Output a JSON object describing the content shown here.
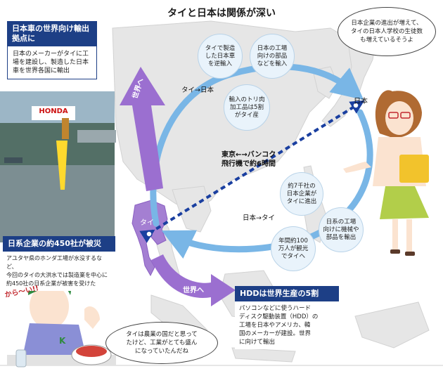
{
  "title": "タイと日本は関係が深い",
  "labels": {
    "japan": "日本",
    "thai": "タイ",
    "thai_to_japan": "タイ→日本",
    "japan_to_thai": "日本→タイ",
    "flight_line1": "東京←→バンコク",
    "flight_line2": "飛行機で約6時間",
    "world_top": "世界へ",
    "world_bottom": "世界へ",
    "honda_sign": "HONDA"
  },
  "left_box": {
    "heading_line1": "日本車の世界向け輸出",
    "heading_line2": "拠点に",
    "body_line1": "日本のメーカーがタイに工",
    "body_line2": "場を建設し、製造した日本",
    "body_line3": "車を世界各国に輸出"
  },
  "flood_box": {
    "heading": "日系企業の約450社が被災",
    "body_line1": "アユタヤ県のホンダ工場が水没するなど、",
    "body_line2": "今回のタイの大洪水では製造業を中心に",
    "body_line3": "約450社の日系企業が被害を受けた"
  },
  "hdd_box": {
    "heading": "HDDは世界生産の5割",
    "body_line1": "パソコンなどに使うハード",
    "body_line2": "ディスク駆動装置（HDD）の",
    "body_line3": "工場を日本やアメリカ、韓",
    "body_line4": "国のメーカーが建設。世界",
    "body_line5": "に向けて輸出"
  },
  "circles": {
    "c1": [
      "タイで製造",
      "した日本車",
      "を逆輸入"
    ],
    "c2": [
      "日本の工場",
      "向けの部品",
      "などを輸入"
    ],
    "c3": [
      "輸入のトリ肉",
      "加工品は5割",
      "がタイ産"
    ],
    "c4": [
      "約7千社の",
      "日本企業が",
      "タイに進出"
    ],
    "c5": [
      "日系の工場",
      "向けに機械や",
      "部品を輸出"
    ],
    "c6": [
      "年間約100",
      "万人が観光",
      "でタイへ"
    ]
  },
  "speech_top": {
    "line1": "日本企業の進出が増えて、",
    "line2": "タイの日本人学校の生徒数",
    "line3": "も増えているそうよ"
  },
  "speech_bottom": {
    "line1": "タイは農業の国だと思って",
    "line2": "たけど、工業がとても盛ん",
    "line3": "になっていたんだね"
  },
  "spicy_text": "から〜い!!",
  "shirt_letter": "K",
  "colors": {
    "navy": "#1d3f86",
    "purple": "#9b6fd0",
    "route_blue": "#79b6e6",
    "flight_blue": "#1a3fa0",
    "thailand": "#a47fd2",
    "sea": "#ffffff",
    "land": "#e6e6e6"
  }
}
